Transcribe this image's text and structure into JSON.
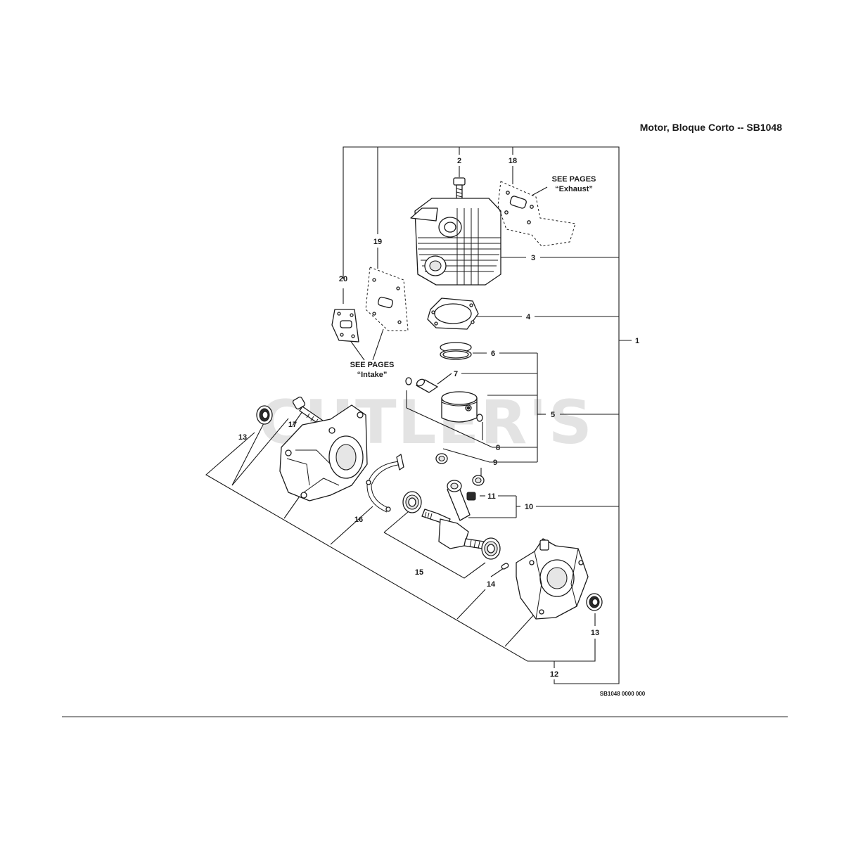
{
  "header": {
    "title": "Motor, Bloque Corto -- SB1048"
  },
  "watermark": {
    "text": "CUTLER'S"
  },
  "footer": {
    "code": "SB1048 0000 000"
  },
  "notes": {
    "exhaust": {
      "line1": "SEE PAGES",
      "line2": "“Exhaust”"
    },
    "intake": {
      "line1": "SEE PAGES",
      "line2": "“Intake”"
    }
  },
  "callouts": [
    "1",
    "2",
    "3",
    "4",
    "5",
    "6",
    "7",
    "8",
    "9",
    "10",
    "11",
    "12",
    "13",
    "14",
    "15",
    "16",
    "17",
    "18",
    "19",
    "20"
  ],
  "colors": {
    "ink": "#1a1a1a",
    "watermark": "#bdbdbd",
    "rule": "#555555"
  }
}
